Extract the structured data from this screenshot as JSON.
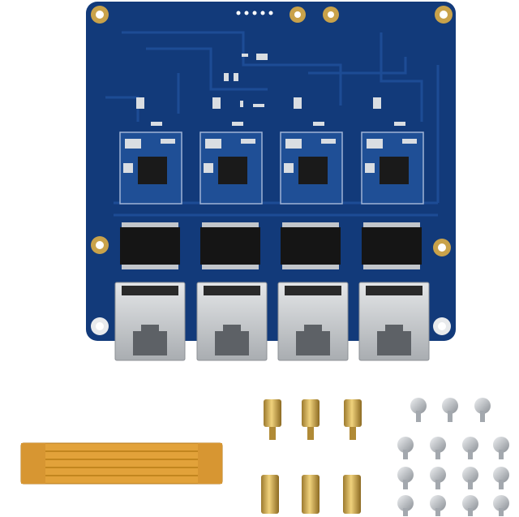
{
  "scene": {
    "subject": "product-photo",
    "colors": {
      "background": "#ffffff",
      "pcb": "#123a7a",
      "pcb_trace": "#1c4a92",
      "chip": "#1a1a1a",
      "module": "#1f4f96",
      "rj45_shell": "#c9cbcd",
      "brass": "#c9a24a",
      "screw": "#b8bcc0",
      "flex_cable": "#e2a23a"
    },
    "items": [
      {
        "name": "ethernet-hat-board",
        "count": 1
      },
      {
        "name": "rj45-port",
        "count": 4
      },
      {
        "name": "brass-standoff",
        "count": 6
      },
      {
        "name": "screw",
        "count": 16
      },
      {
        "name": "flex-cable",
        "count": 1
      }
    ]
  }
}
